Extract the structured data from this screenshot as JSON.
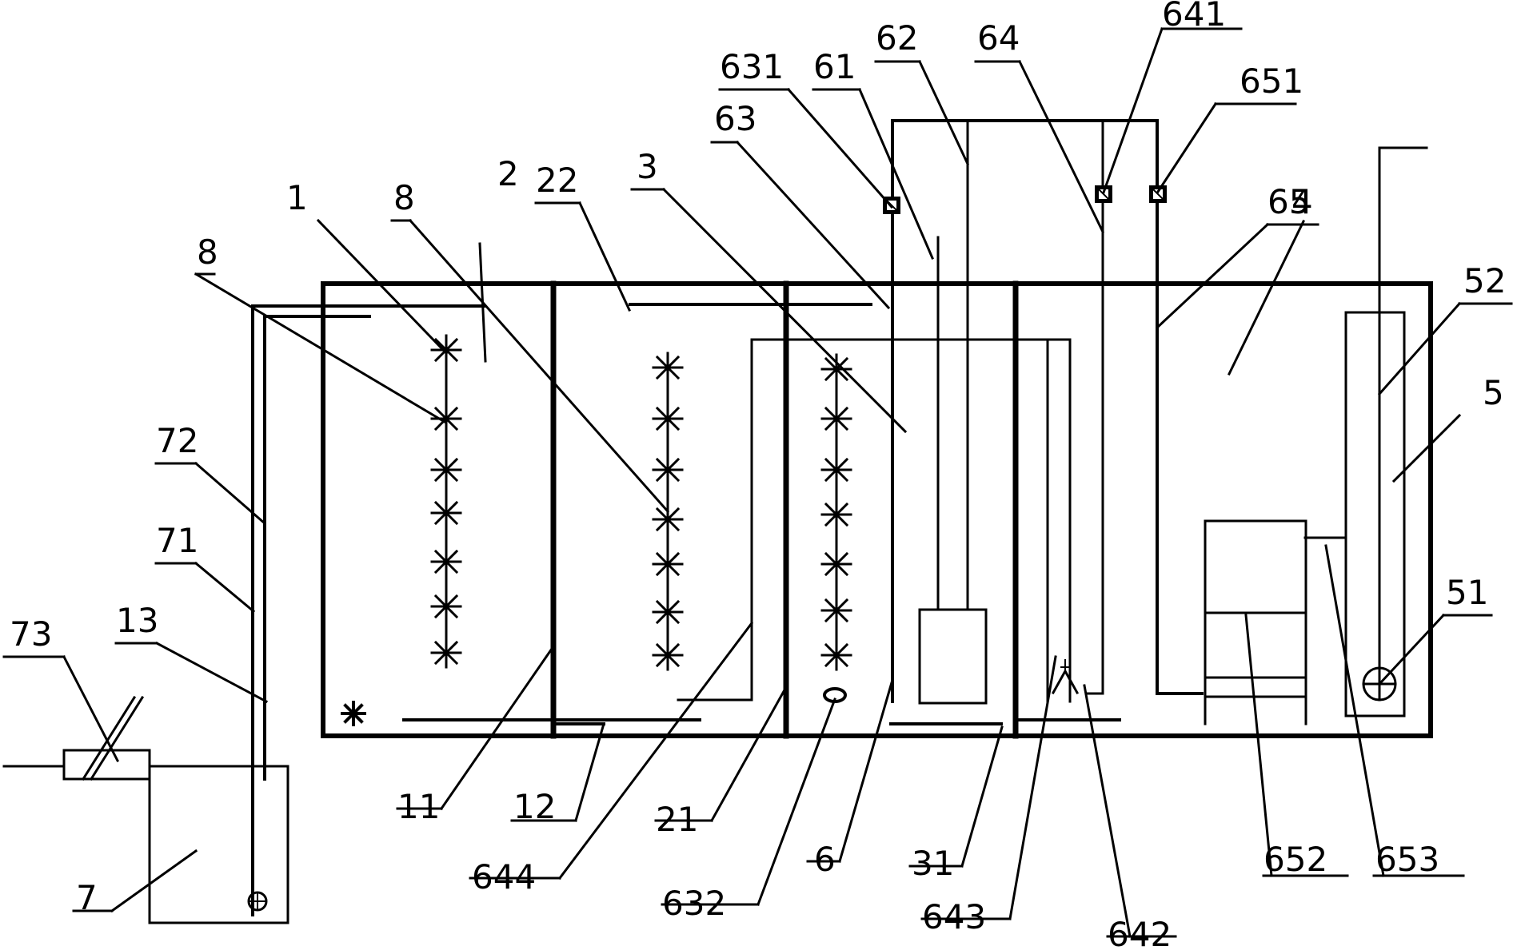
{
  "labels": {
    "l1": "1",
    "l2": "2",
    "l3": "3",
    "l4": "4",
    "l5": "5",
    "l6": "6",
    "l7": "7",
    "l8a": "8",
    "l8b": "8",
    "l11": "11",
    "l12": "12",
    "l13": "13",
    "l21": "21",
    "l22": "22",
    "l31": "31",
    "l51": "51",
    "l52": "52",
    "l61": "61",
    "l62": "62",
    "l63": "63",
    "l64": "64",
    "l65": "65",
    "l71": "71",
    "l72": "72",
    "l73": "73",
    "l631": "631",
    "l632": "632",
    "l641": "641",
    "l642": "642",
    "l643": "643",
    "l644": "644",
    "l651": "651",
    "l652": "652",
    "l653": "653"
  }
}
